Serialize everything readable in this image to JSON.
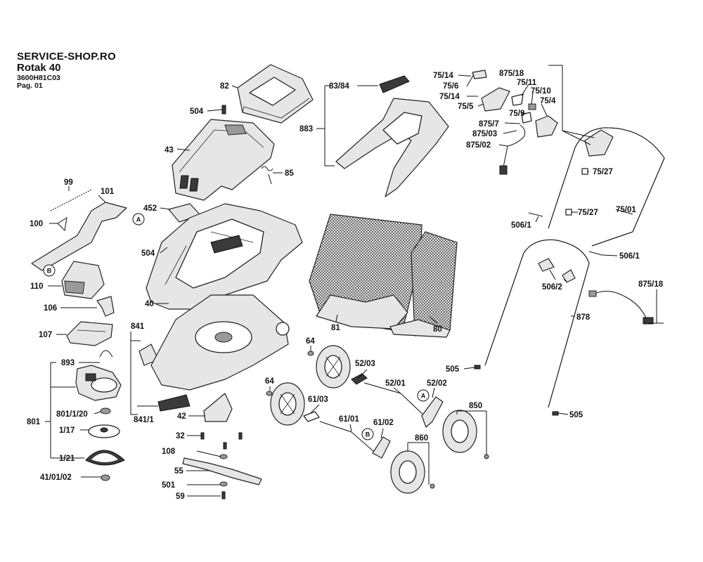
{
  "header": {
    "shop": "SERVICE-SHOP.RO",
    "model": "Rotak 40",
    "code": "3600H81C03",
    "page": "Pag. 01"
  },
  "parts": {
    "p82": "82",
    "p504a": "504",
    "p43": "43",
    "p85": "85",
    "p452": "452",
    "p504b": "504",
    "p40": "40",
    "p99": "99",
    "p101": "101",
    "p100": "100",
    "p110": "110",
    "p106": "106",
    "p107": "107",
    "p893": "893",
    "p801": "801",
    "p801_1_20": "801/1/20",
    "p1_17": "1/17",
    "p1_21": "1/21",
    "p41_01_02": "41/01/02",
    "p841": "841",
    "p841_1": "841/1",
    "p42": "42",
    "p32": "32",
    "p108": "108",
    "p55": "55",
    "p501": "501",
    "p59": "59",
    "p83_84": "83/84",
    "p883": "883",
    "p81": "81",
    "p80": "80",
    "p64a": "64",
    "p64b": "64",
    "p52_03": "52/03",
    "p52_01": "52/01",
    "p52_02": "52/02",
    "p61_03": "61/03",
    "p61_01": "61/01",
    "p61_02": "61/02",
    "p860": "860",
    "p850": "850",
    "p75_14a": "75/14",
    "p75_6": "75/6",
    "p75_14b": "75/14",
    "p75_5": "75/5",
    "p875_18a": "875/18",
    "p75_11": "75/11",
    "p75_10": "75/10",
    "p75_4": "75/4",
    "p75_9": "75/9",
    "p875_7": "875/7",
    "p875_03": "875/03",
    "p875_02": "875/02",
    "p75_27a": "75/27",
    "p75_27b": "75/27",
    "p75_01": "75/01",
    "p506_1a": "506/1",
    "p506_1b": "506/1",
    "p506_2": "506/2",
    "p875_18b": "875/18",
    "p878": "878",
    "p505a": "505",
    "p505b": "505"
  },
  "refs": {
    "a1": "A",
    "a2": "A",
    "b1": "B",
    "b2": "B"
  }
}
